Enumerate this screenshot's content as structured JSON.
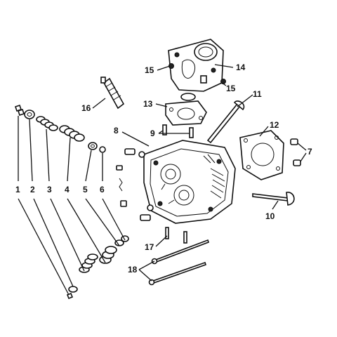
{
  "diagram": {
    "callouts": [
      {
        "id": "c1",
        "text": "1"
      },
      {
        "id": "c2",
        "text": "2"
      },
      {
        "id": "c3",
        "text": "3"
      },
      {
        "id": "c4",
        "text": "4"
      },
      {
        "id": "c5",
        "text": "5"
      },
      {
        "id": "c6",
        "text": "6"
      },
      {
        "id": "c7",
        "text": "7"
      },
      {
        "id": "c8",
        "text": "8"
      },
      {
        "id": "c9",
        "text": "9"
      },
      {
        "id": "c10",
        "text": "10"
      },
      {
        "id": "c11",
        "text": "11"
      },
      {
        "id": "c12",
        "text": "12"
      },
      {
        "id": "c13",
        "text": "13"
      },
      {
        "id": "c14",
        "text": "14"
      },
      {
        "id": "c15a",
        "text": "15"
      },
      {
        "id": "c15b",
        "text": "15"
      },
      {
        "id": "c16",
        "text": "16"
      },
      {
        "id": "c17",
        "text": "17"
      },
      {
        "id": "c18",
        "text": "18"
      }
    ]
  }
}
